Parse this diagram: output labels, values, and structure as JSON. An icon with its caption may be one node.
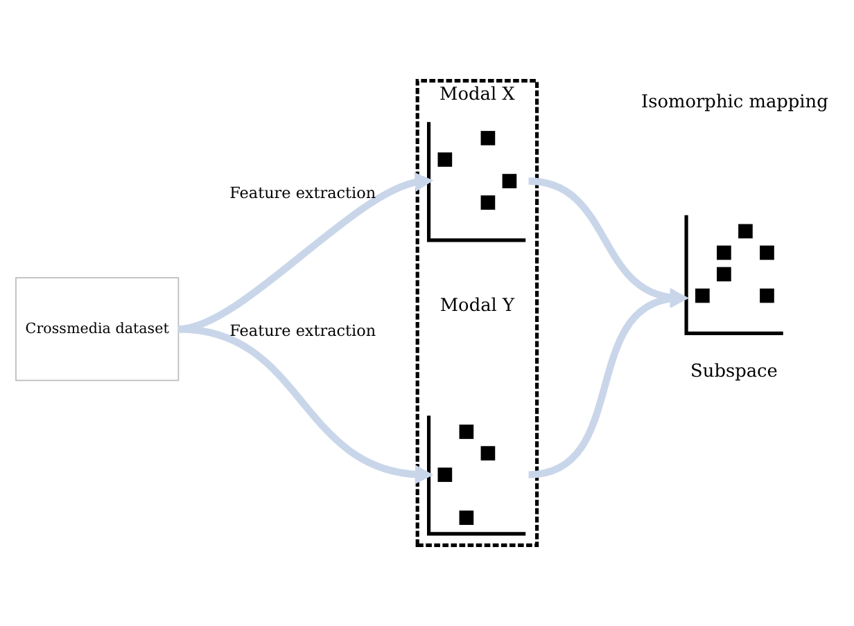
{
  "diagram": {
    "nodes": [
      {
        "text": [
          "Crossmedia dataset"
        ]
      },
      {
        "text": [
          "Modal X",
          "Modal Y"
        ]
      },
      {
        "text": [],
        "shape": "picture",
        "in": 1
      },
      {
        "text": [],
        "shape": "picture",
        "in": 1
      },
      {
        "text": [],
        "shape": "picture",
        "beside": [
          "Subspace"
        ]
      }
    ],
    "edges": [
      {
        "from": 0,
        "to": 2,
        "arrow": "to",
        "label": "Feature extraction"
      },
      {
        "from": 0,
        "to": 3,
        "arrow": "to",
        "label": "Feature extraction"
      },
      {
        "from": 2,
        "to": 4,
        "arrow": "to"
      },
      {
        "from": 3,
        "to": 4,
        "arrow": "to"
      }
    ],
    "labels": [
      "Isomorphic mapping"
    ]
  }
}
